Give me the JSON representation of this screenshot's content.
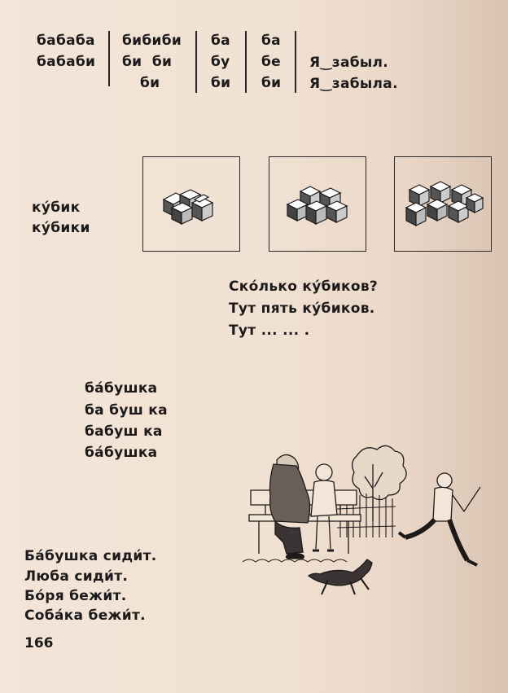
{
  "syllables": {
    "col1": [
      "бабаба",
      "бабаби"
    ],
    "col2": [
      "бибиби",
      "би  би",
      "би"
    ],
    "col3": [
      "ба",
      "бу",
      "би"
    ],
    "col4": [
      "ба",
      "бе",
      "би"
    ],
    "forgot": [
      "Я‿забыл.",
      "Я‿забыла."
    ]
  },
  "cubes": {
    "label1": "ку́бик",
    "label2": "ку́бики",
    "q1": "Ско́лько ку́биков?",
    "q2": "Тут пять ку́биков.",
    "q3": "Тут ... ... ."
  },
  "grandma": {
    "l1": "ба́бушка",
    "l2": "ба буш ка",
    "l3": "бабуш ка",
    "l4": "ба́бушка"
  },
  "sentences": [
    "Ба́бушка сиди́т.",
    "Люба сиди́т.",
    "Бо́ря бежи́т.",
    "Соба́ка бежи́т."
  ],
  "page_number": "166"
}
